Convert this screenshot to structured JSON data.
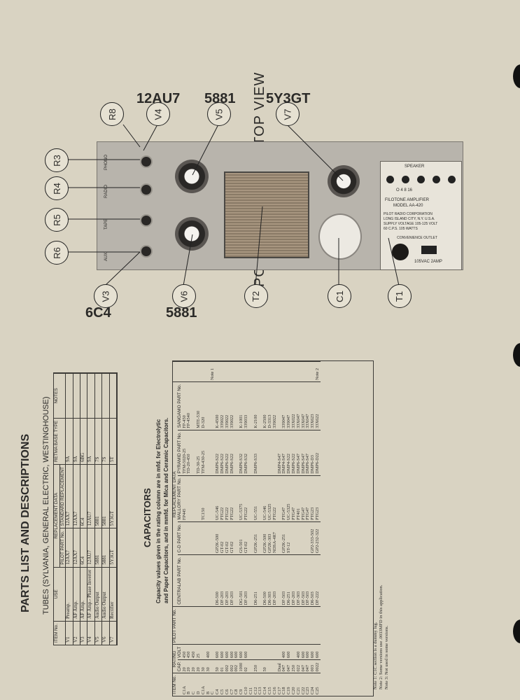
{
  "chassis_title": "POWER CHASSIS - TOP VIEW",
  "tube_codes": {
    "v4": "12AU7",
    "v5": "5881",
    "v7": "5Y3GT",
    "v3": "6C4",
    "v6": "5881"
  },
  "callouts": {
    "r8": "R8",
    "v4": "V4",
    "v5": "V5",
    "v7": "V7",
    "r3": "R3",
    "r4": "R4",
    "r5": "R5",
    "r6": "R6",
    "v3": "V3",
    "v6": "V6",
    "t2": "T2",
    "c1": "C1",
    "t1": "T1"
  },
  "chassis_labels": {
    "phono": "PHONO",
    "radio": "RADIO",
    "tape": "TAPE",
    "aux": "AUX"
  },
  "nameplate": {
    "speaker": "SPEAKER",
    "taps": "O  4  8  16",
    "line1": "FILOTONE AMPLIFIER",
    "line2": "MODEL AA-420",
    "line3": "PILOT RADIO CORPORATION",
    "line4": "LONG ISLAND CITY, N.Y. U.S.A.",
    "line5": "SUPPLY VOLTAGE 105-125 VOLT",
    "line6": "60 C.P.S. 105 WATTS",
    "conv": "CONVENIENCE OUTLET",
    "switch": "105VAC 2AMP"
  },
  "parts_title": "PARTS LIST AND DESCRIPTIONS",
  "tubes_title": "TUBES (SYLVANIA, GENERAL ELECTRIC, WESTINGHOUSE)",
  "tubes_table": {
    "group_header": "REPLACEMENT DATA",
    "headers": [
      "ITEM No.",
      "USE",
      "PILOT PART No.",
      "STANDARD REPLACEMENT",
      "RETMA BASE TYPE",
      "NOTES"
    ],
    "rows": [
      [
        "V1",
        "Preamp.",
        "12AX7",
        "12AX7",
        "9A",
        ""
      ],
      [
        "V2",
        "AF Amp.",
        "12AX7",
        "12AX7",
        "9A",
        ""
      ],
      [
        "V3",
        "AF Amp.",
        "6C4",
        "6C4",
        "6BG",
        ""
      ],
      [
        "V4",
        "AF Amp.- Phase Inverter",
        "12AU7",
        "12AU7",
        "9A",
        ""
      ],
      [
        "V5",
        "Audio Output",
        "5881",
        "5881",
        "7S",
        ""
      ],
      [
        "V6",
        "Audio Output",
        "5881",
        "5881",
        "7S",
        ""
      ],
      [
        "V7",
        "Rectifier",
        "5Y3GT",
        "5Y3GT",
        "5T",
        ""
      ]
    ]
  },
  "capacitors_title": "CAPACITORS",
  "capacitors_note1": "Capacity values given in the rating column are in mfd. for Electrolytic",
  "capacitors_note2": "and Paper Capacitors, and in mmfd. for Mica and Ceramic Capacitors.",
  "caps_table": {
    "group_header": "REPLACEMENT DATA",
    "headers": [
      "ITEM No.",
      "RATING CAP.",
      "RATING VOLT",
      "PILOT PART No.",
      "CENTRALAB PART No.",
      "C-D PART No.",
      "MALLORY PART No.",
      "PYRAMID PART No.",
      "SANGAMO PART No."
    ],
    "rows": [
      [
        "C1A",
        "20",
        "450",
        "",
        "",
        "",
        "FP445",
        "TFM-5020-25",
        "FP-450",
        ""
      ],
      [
        "B",
        "20",
        "450",
        "",
        "",
        "",
        "",
        "TD-20-450",
        "FP-4540",
        ""
      ],
      [
        "C",
        "20",
        "450",
        "",
        "",
        "",
        "",
        "",
        "",
        ""
      ],
      [
        "D",
        "20",
        "25",
        "",
        "",
        "",
        "",
        "TD-30-25",
        "MTE-530",
        ""
      ],
      [
        "C1A",
        "30",
        "",
        "",
        "",
        "",
        "TC150",
        "TFM-430-25",
        "D-320",
        ""
      ],
      [
        "B",
        "30",
        "400",
        "",
        "",
        "",
        "",
        "",
        "",
        ""
      ],
      [
        "C",
        "",
        "",
        "",
        "",
        "",
        "",
        "",
        "",
        "Note 1"
      ],
      [
        "C4",
        "50",
        "600",
        "",
        "D6-500",
        "GP2K-500",
        "UC-546",
        "DMP6-S22",
        "K-4500",
        ""
      ],
      [
        "C5",
        "01",
        "600",
        "",
        "DF-203",
        "GT-02",
        "PTG22",
        "DMP6-S22",
        "339022",
        ""
      ],
      [
        "C6",
        "002",
        "600",
        "",
        "DF-203",
        "GT-02",
        "PTG22",
        "DMP6-S22",
        "339022",
        ""
      ],
      [
        "C7",
        "002",
        "600",
        "",
        "DF-203",
        "GT-02",
        "PTG22",
        "DMP6-S22",
        "339022",
        ""
      ],
      [
        "C8",
        "002",
        "600",
        "",
        "",
        "",
        "",
        "",
        "",
        ""
      ],
      [
        "C9",
        "1000",
        "600",
        "",
        "DG-501",
        "GS-501",
        "UC-5375",
        "DMP6-S32",
        "K-1001",
        ""
      ],
      [
        "C10",
        "02",
        "600",
        "",
        "DF-203",
        "GT-02",
        "PTG22",
        "DMP6-S32",
        "339033",
        ""
      ],
      [
        "C11",
        "",
        "",
        "",
        "",
        "",
        "",
        "",
        "",
        ""
      ],
      [
        "C12",
        "250",
        "",
        "",
        "D6-251",
        "GP2K-251",
        "UC-551",
        "DMP6-S33",
        "K-2100",
        ""
      ],
      [
        "C13",
        "",
        "",
        "",
        "",
        "",
        "",
        "",
        "",
        ""
      ],
      [
        "C14",
        "50",
        "",
        "",
        "D6-500",
        "GP2K-500",
        "UC-546",
        "",
        "K-2500",
        ""
      ],
      [
        "C15",
        "",
        "",
        "",
        "D6-303",
        "GP2K-303",
        "UC-5325",
        "",
        "D-3313",
        ""
      ],
      [
        "C16",
        "",
        "",
        "",
        "DF-203",
        "NDSA-4R7",
        "PTG22",
        "",
        "339022",
        ""
      ],
      [
        "C17",
        "Dual",
        "",
        "",
        "",
        "",
        "",
        "DMP4-S47",
        "",
        ""
      ],
      [
        "C18",
        "047",
        "400",
        "",
        "DF-503",
        "GP2K-251",
        "PTG47",
        "DMP4-S47",
        "339047",
        ""
      ],
      [
        "C19",
        "047",
        "600",
        "",
        "D6-251",
        "ST-12",
        "UC-5325",
        "DMP4-S22",
        "339047",
        ""
      ],
      [
        "C20",
        "250",
        "",
        "",
        "DF-203",
        "",
        "PTG47",
        "DMP6-S22",
        "33X022",
        ""
      ],
      [
        "C21",
        "022",
        "400",
        "",
        "DF-303",
        "",
        "PT401",
        "DMP6-S47",
        "33X047",
        ""
      ],
      [
        "C22",
        "047",
        "600",
        "",
        "DF-503",
        "",
        "PTG47",
        "DMP6-S47",
        "33X047",
        ""
      ],
      [
        "C23",
        "047",
        "600",
        "",
        "DF-503",
        "",
        "PTG47",
        "DMP6-S47",
        "33X047",
        ""
      ],
      [
        "C24",
        "003",
        "600",
        "",
        "D6-503",
        "GP2-333-502",
        "PTG23",
        "DMP6-D3",
        "33X623",
        ""
      ],
      [
        "C25",
        "0022",
        "600",
        "",
        "DF-222",
        "GP2-232-322",
        "PTG23",
        "DMP6-D22",
        "33X622",
        "Note 2"
      ]
    ]
  },
  "footnotes": [
    "Note 1: C1C section is a dummy lug.",
    "Note 2: Some versions use .0033MFD in this application.",
    "Note 3: Not used in some versions."
  ]
}
